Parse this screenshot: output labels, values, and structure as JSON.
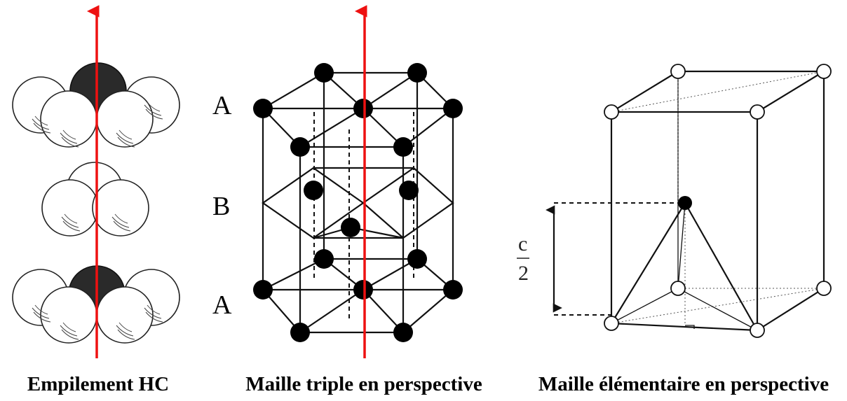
{
  "captions": {
    "left": "Empilement HC",
    "middle": "Maille triple en perspective",
    "right": "Maille élémentaire en perspective"
  },
  "layers": {
    "top": "A",
    "middle": "B",
    "bottom": "A"
  },
  "height_label": {
    "numerator": "c",
    "denominator": "2"
  },
  "colors": {
    "axis": "#ee1111",
    "atom": "#000000"
  }
}
